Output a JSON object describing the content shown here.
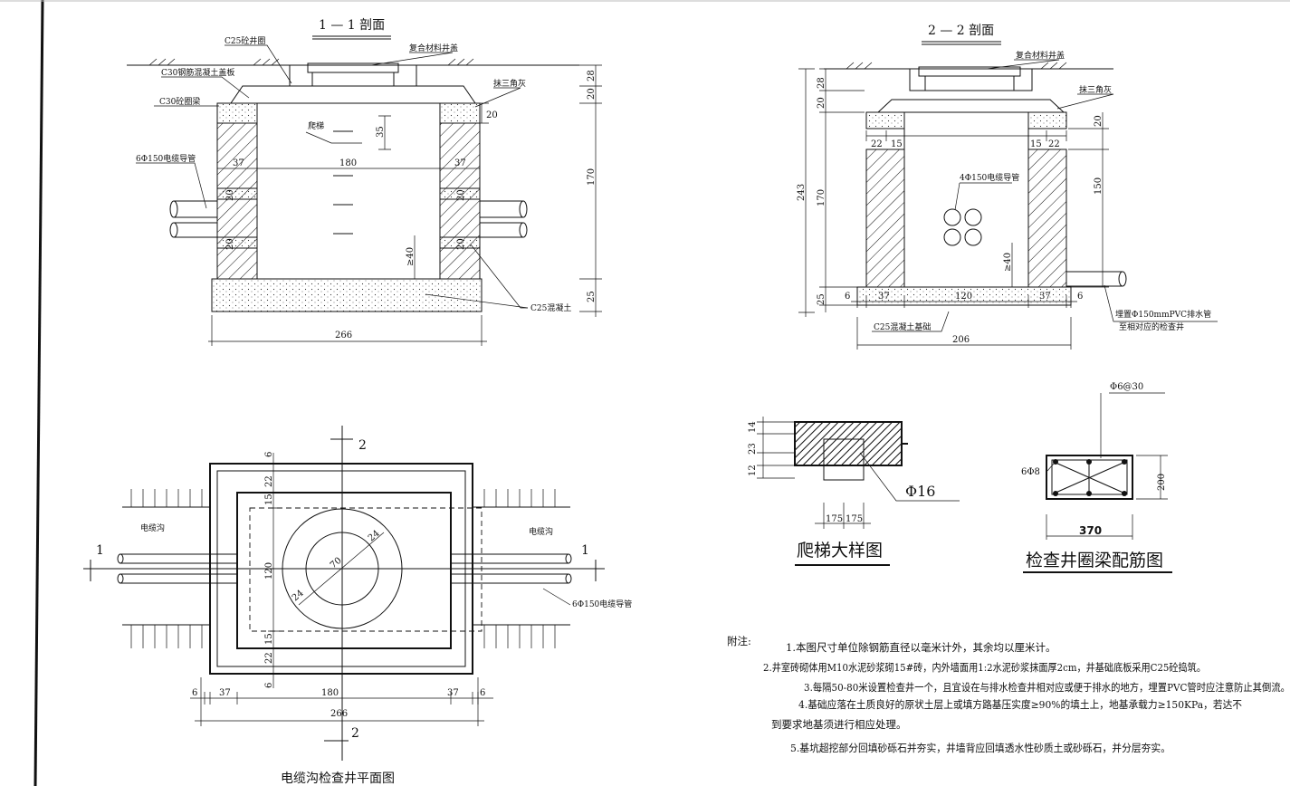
{
  "section11": {
    "title": "1 — 1 剖面",
    "labels": {
      "c25_ring": "C25砼井圈",
      "cover": "复合材料井盖",
      "slab": "C30钢筋混凝土盖板",
      "beam": "C30砼圈梁",
      "ladder": "爬梯",
      "pipe": "6Φ150电缆导管",
      "chamfer": "抹三角灰",
      "concrete": "C25混凝土"
    },
    "dims": {
      "d28": "28",
      "d20a": "20",
      "d20b": "20",
      "d35": "35",
      "d170": "170",
      "d37l": "37",
      "d180": "180",
      "d37r": "37",
      "d20c": "20",
      "d20d": "20",
      "d20e": "20",
      "d20f": "20",
      "d40": "≥40",
      "d25": "25",
      "d266": "266"
    }
  },
  "section22": {
    "title": "2 — 2 剖面",
    "labels": {
      "cover": "复合材料井盖",
      "chamfer": "抹三角灰",
      "pipe": "4Φ150电缆导管",
      "base": "C25混凝土基础",
      "drain1": "埋置Φ150mmPVC排水管",
      "drain2": "至相对应的检查井"
    },
    "dims": {
      "d243": "243",
      "d28": "28",
      "d20": "20",
      "d170": "170",
      "d25": "25",
      "d22l": "22",
      "d15l": "15",
      "d15r": "15",
      "d22r": "22",
      "d20r": "20",
      "d150": "150",
      "d40": "≥40",
      "d6l": "6",
      "d37l": "37",
      "d120": "120",
      "d37r": "37",
      "d6r": "6",
      "d206": "206"
    }
  },
  "plan": {
    "title": "电缆沟检查井平面图",
    "labels": {
      "trench_l": "电缆沟",
      "trench_r": "电缆沟",
      "pipe": "6Φ150电缆导管"
    },
    "marks": {
      "top2": "2",
      "bot2": "2",
      "left1": "1",
      "right1": "1"
    },
    "dims": {
      "d6t": "6",
      "d22t": "22",
      "d15t": "15",
      "d120": "120",
      "d15b": "15",
      "d22b": "22",
      "d6b": "6",
      "d24a": "24",
      "d70": "70",
      "d24b": "24",
      "d6l": "6",
      "d37l": "37",
      "d180": "180",
      "d37r": "37",
      "d6r": "6",
      "d266": "266"
    }
  },
  "ladder_detail": {
    "title": "爬梯大样图",
    "bar": "Φ16",
    "dims": {
      "d14": "14",
      "d23": "23",
      "d12": "12",
      "d175a": "175",
      "d175b": "175"
    }
  },
  "beam_detail": {
    "title": "检查井圈梁配筋图",
    "stirrup": "Φ6@30",
    "bars": "6Φ8",
    "dims": {
      "d200": "200",
      "d370": "370"
    }
  },
  "notes": {
    "head": "附注:",
    "n1": "1.本图尺寸单位除钢筋直径以毫米计外，其余均以厘米计。",
    "n2": "2.井室砖砌体用M10水泥砂浆砌15#砖，内外墙面用1:2水泥砂浆抹面厚2cm，井基础底板采用C25砼捣筑。",
    "n3": "3.每隔50-80米设置检查井一个，且宜设在与排水检查井相对应或便于排水的地方，埋置PVC管时应注意防止其倒流。",
    "n4a": "4.基础应落在土质良好的原状土层上或填方路基压实度≥90%的填土上，地基承载力≥150KPa，若达不",
    "n4b": "到要求地基须进行相应处理。",
    "n5": "5.基坑超挖部分回填砂砾石并夯实，井墙背应回填透水性砂质土或砂砾石，并分层夯实。"
  }
}
